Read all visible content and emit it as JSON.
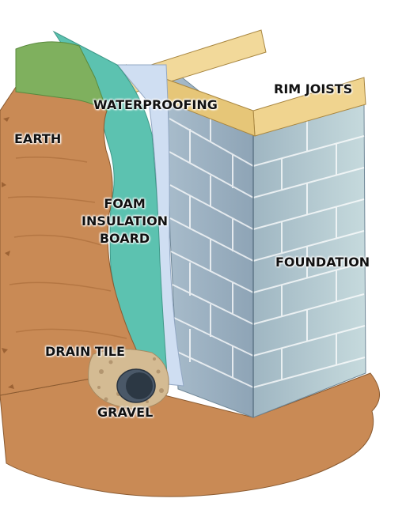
{
  "labels": {
    "rim_joists": "RIM JOISTS",
    "waterproofing": "WATERPROOFING",
    "earth": "EARTH",
    "foam_line1": "FOAM",
    "foam_line2": "INSULATION",
    "foam_line3": "BOARD",
    "foundation": "FOUNDATION",
    "drain_tile": "DRAIN TILE",
    "gravel": "GRAVEL"
  },
  "colors": {
    "earth": "#c98a55",
    "earth_dark": "#9c6234",
    "grass": "#7fb05e",
    "foam": "#5cc2b0",
    "waterproofing": "#c8d8ef",
    "wall_left": "#9fb5c6",
    "wall_right": "#a9c0c9",
    "joist": "#efd592",
    "joist_dark": "#c9a557",
    "gravel": "#c9b08a",
    "pipe": "#3a4754"
  }
}
